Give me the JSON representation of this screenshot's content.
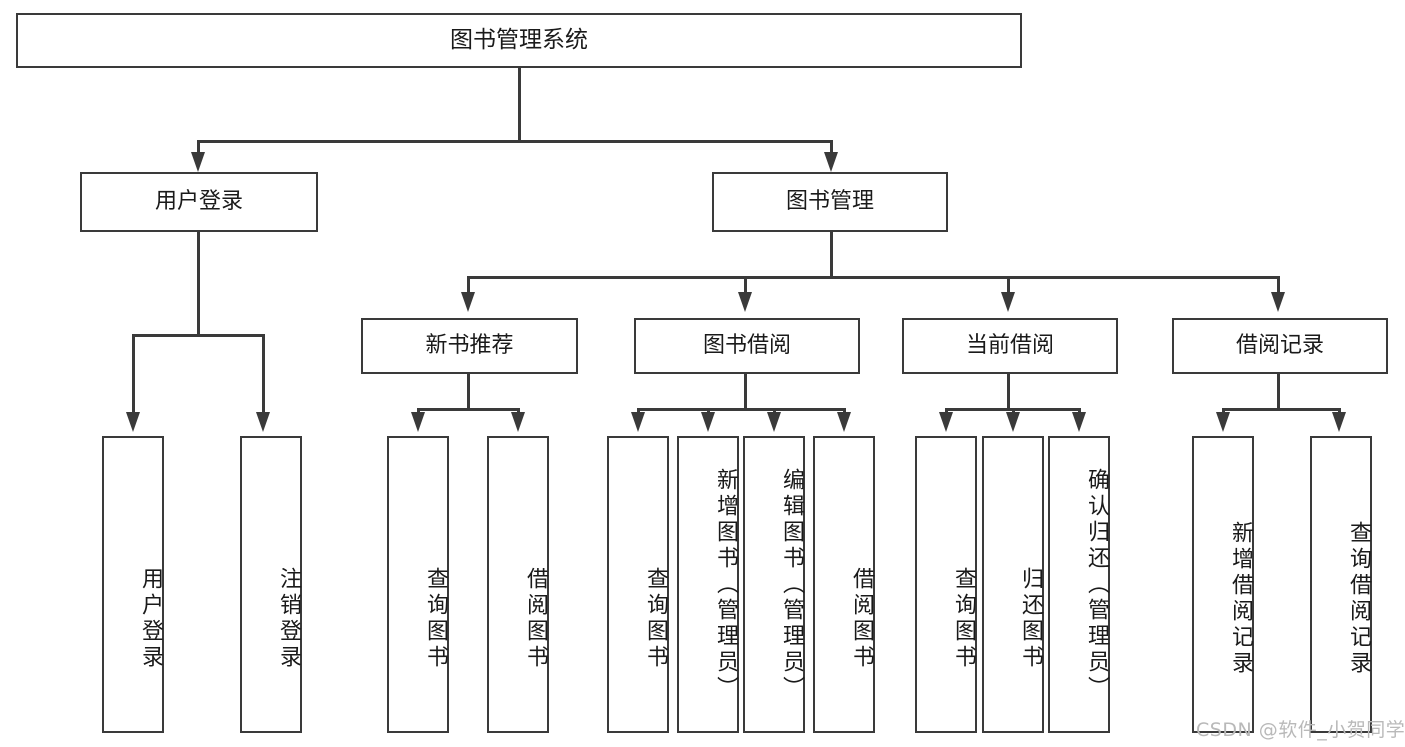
{
  "diagram": {
    "title_box": {
      "label": "图书管理系统"
    },
    "level2": [
      {
        "id": "user-login",
        "label": "用户登录"
      },
      {
        "id": "book-management",
        "label": "图书管理"
      }
    ],
    "level3": [
      {
        "id": "new-book-recommend",
        "label": "新书推荐"
      },
      {
        "id": "book-borrow",
        "label": "图书借阅"
      },
      {
        "id": "current-borrow",
        "label": "当前借阅"
      },
      {
        "id": "borrow-record",
        "label": "借阅记录"
      }
    ],
    "leaves": [
      {
        "id": "leaf-user-login",
        "label": "用户登录"
      },
      {
        "id": "leaf-logout-login",
        "label": "注销登录"
      },
      {
        "id": "leaf-query-book-1",
        "label": "查询图书"
      },
      {
        "id": "leaf-borrow-book-1",
        "label": "借阅图书"
      },
      {
        "id": "leaf-query-book-2",
        "label": "查询图书"
      },
      {
        "id": "leaf-add-book",
        "label": "新增图书（管理员）"
      },
      {
        "id": "leaf-edit-book",
        "label": "编辑图书（管理员）"
      },
      {
        "id": "leaf-borrow-book-2",
        "label": "借阅图书"
      },
      {
        "id": "leaf-query-book-3",
        "label": "查询图书"
      },
      {
        "id": "leaf-return-book",
        "label": "归还图书"
      },
      {
        "id": "leaf-confirm-return",
        "label": "确认归还（管理员）"
      },
      {
        "id": "leaf-add-record",
        "label": "新增借阅记录"
      },
      {
        "id": "leaf-query-record",
        "label": "查询借阅记录"
      }
    ]
  },
  "watermark": {
    "text": "CSDN @软件_小贺同学"
  },
  "colors": {
    "stroke": "#3a3a3a",
    "box_fill": "#ffffff",
    "text": "#1a1a1a",
    "watermark": "#b9b9b9",
    "background": "#ffffff"
  }
}
